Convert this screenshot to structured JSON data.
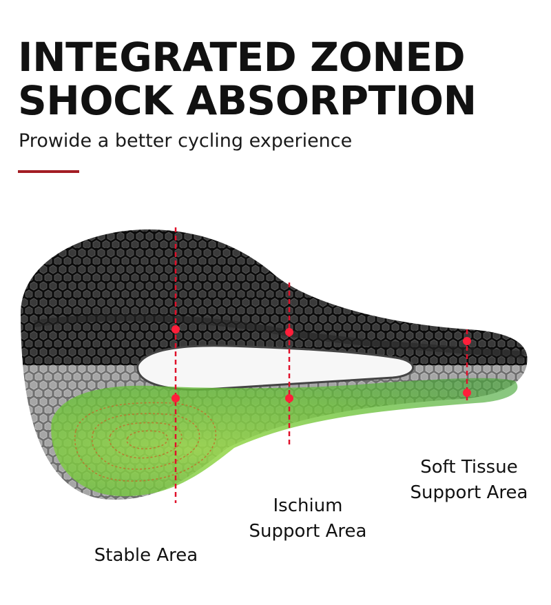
{
  "headline": {
    "line1": "INTEGRATED ZONED",
    "line2": "SHOCK ABSORPTION"
  },
  "subtitle": "Prowide a better cycling experience",
  "colors": {
    "accent": "#a31d24",
    "marker": "#e0102a",
    "saddle_dark": "#151515",
    "saddle_grey": "#8a8a8a",
    "zone_green": "#7fcf3c",
    "zone_lines": "#c0702a"
  },
  "zones": {
    "stable": {
      "lines": [
        "Stable Area"
      ]
    },
    "ischium": {
      "lines": [
        "Ischium",
        "Support Area"
      ]
    },
    "soft_tissue": {
      "lines": [
        "Soft Tissue",
        "Support Area"
      ]
    }
  }
}
